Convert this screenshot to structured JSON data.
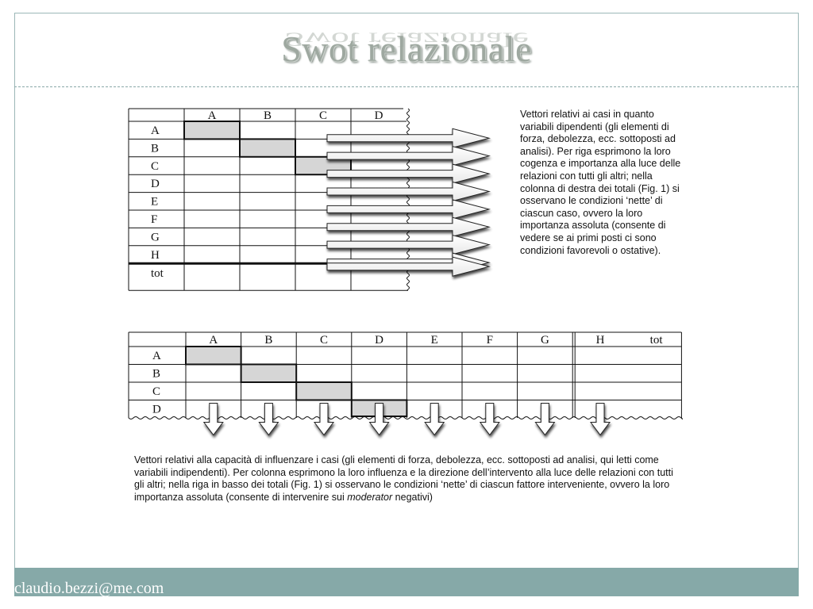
{
  "slide": {
    "title": "Swot relazionale",
    "footer_email": "claudio.bezzi@me.com"
  },
  "table_top": {
    "columns": [
      "A",
      "B",
      "C",
      "D"
    ],
    "rows": [
      "A",
      "B",
      "C",
      "D",
      "E",
      "F",
      "G",
      "H",
      "tot"
    ]
  },
  "table_bottom": {
    "columns": [
      "A",
      "B",
      "C",
      "D",
      "E",
      "F",
      "G",
      "H",
      "tot"
    ],
    "rows": [
      "A",
      "B",
      "C",
      "D"
    ]
  },
  "side_paragraph": "Vettori relativi ai casi in quanto variabili dipendenti (gli elementi di forza, debolezza, ecc. sottoposti ad analisi). Per riga esprimono la loro cogenza e importanza alla luce delle relazioni con tutti gli altri; nella colonna di destra dei totali (Fig. 1) si osservano le condizioni ‘nette’ di ciascun caso, ovvero la loro importanza assoluta (consente di vedere se ai primi posti ci sono condizioni favorevoli o ostative).",
  "bottom_paragraph": {
    "before": "Vettori relativi alla capacità di influenzare i casi (gli elementi di forza, debolezza, ecc. sottoposti ad analisi, qui letti come variabili indipendenti). Per colonna esprimono la loro influenza e la direzione dell’intervento alla luce delle relazioni con tutti gli altri; nella riga in basso dei totali (Fig. 1) si osservano le condizioni ‘nette’ di ciascun fattore interveniente, ovvero la loro importanza assoluta (consente di intervenire sui ",
    "emphasis": "moderator",
    "after": " negativi)"
  }
}
